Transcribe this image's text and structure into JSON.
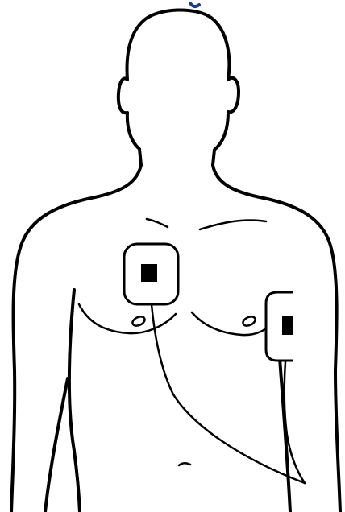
{
  "figure": {
    "subject": "torso-outline",
    "colors": {
      "outline": "#000000",
      "background": "#ffffff",
      "top_mark": "#1a3b8f"
    },
    "pads": [
      {
        "name": "upper-right-chest-pad"
      },
      {
        "name": "left-side-pad"
      }
    ]
  }
}
